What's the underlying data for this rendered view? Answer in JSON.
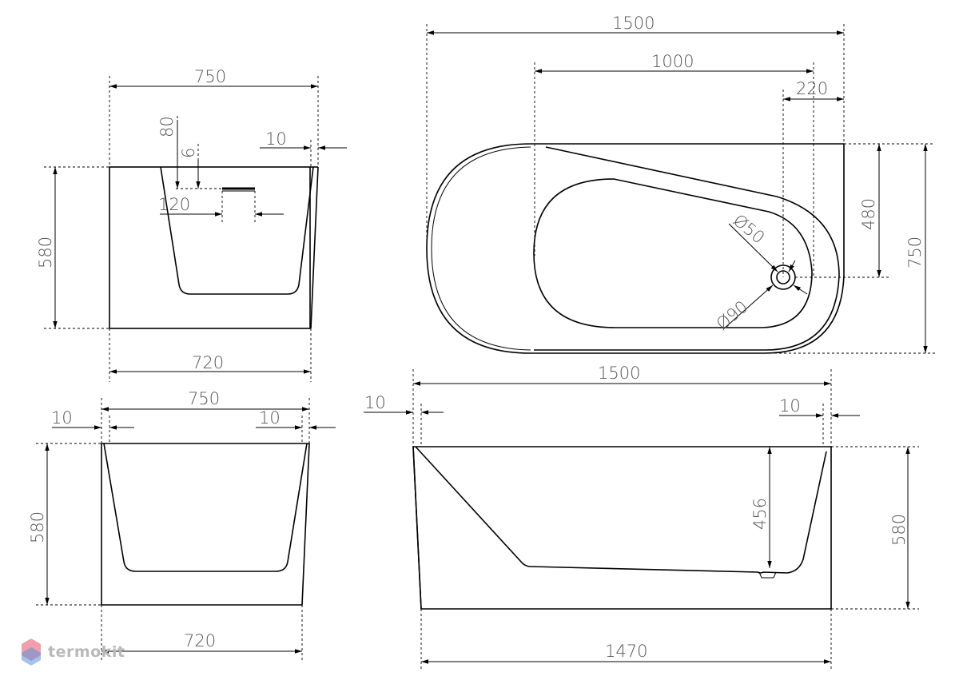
{
  "views": {
    "side_top_left": {
      "width_top": "750",
      "width_bottom": "720",
      "height": "580",
      "overflow_depth": "80",
      "overflow_gap": "6",
      "overflow_width": "120",
      "rim": "10"
    },
    "side_bottom_left": {
      "width_top": "750",
      "width_bottom": "720",
      "height": "580",
      "rim_left": "10",
      "rim_right": "10"
    },
    "plan_view": {
      "length": "1500",
      "drain_offset": "1000",
      "drain_from_end": "220",
      "drain_from_edge": "480",
      "width": "750",
      "drain_inner": "Ø50",
      "drain_outer": "Ø90"
    },
    "front_view": {
      "length_top": "1500",
      "length_bottom": "1470",
      "height": "580",
      "inner_depth": "456",
      "rim_left": "10",
      "rim_right": "10"
    }
  },
  "brand": {
    "name": "termokit",
    "accent": "#e8506a",
    "accent2": "#5b8fd8"
  }
}
